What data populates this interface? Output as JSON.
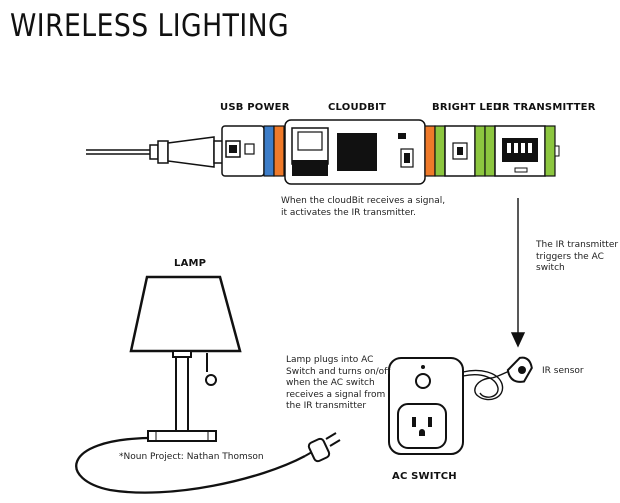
{
  "title": "WIRELESS LIGHTING",
  "modules": {
    "usb_power": "USB POWER",
    "cloudbit": "CLOUDBIT",
    "bright_led": "BRIGHT LED",
    "ir_transmitter": "IR TRANSMITTER"
  },
  "notes": {
    "cloudbit_signal": "When the cloudBit receives a signal,\nit activates the IR transmitter.",
    "ir_triggers": "The IR transmitter\ntriggers the AC\nswitch",
    "lamp_plugs": "Lamp plugs into AC\nSwitch and turns on/off\nwhen the AC switch\nreceives a signal from\nthe IR transmitter",
    "ir_sensor": "IR sensor",
    "credit": "*Noun Project: Nathan Thomson"
  },
  "labels": {
    "lamp": "LAMP",
    "ac_switch": "AC SWITCH"
  },
  "colors": {
    "power_blue": "#3d7dc8",
    "wire_orange": "#ef7a2a",
    "output_green": "#8cc63f",
    "line": "#111111"
  }
}
